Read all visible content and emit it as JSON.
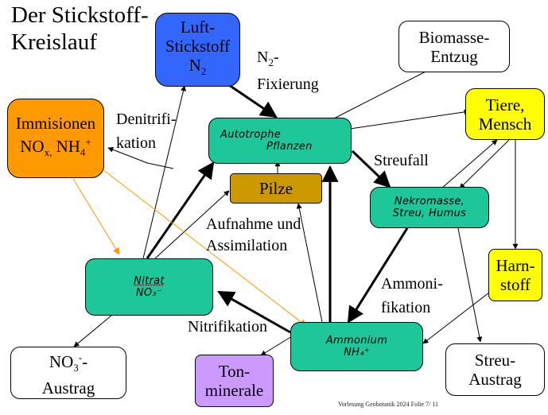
{
  "title": {
    "line1": "Der Stickstoff-",
    "line2": "Kreislauf"
  },
  "nodes": {
    "luft_stickstoff": {
      "line1": "Luft-",
      "line2": "Stickstoff",
      "formula_main": "N",
      "formula_sub": "2",
      "color": "#3366ff"
    },
    "biomasse_entzug": {
      "line1": "Biomasse-",
      "line2": "Entzug"
    },
    "immisionen": {
      "line1": "Immisionen",
      "formula_no": "NO",
      "formula_no_sub": "x,",
      "formula_nh": " NH",
      "formula_nh_sub": "4",
      "formula_nh_sup": "+",
      "color": "#ff9900"
    },
    "autotrophe_pflanzen": {
      "line1": "Autotrophe",
      "line2": "Pflanzen",
      "color": "#1ec79a"
    },
    "tiere_mensch": {
      "line1": "Tiere,",
      "line2": "Mensch",
      "color": "#ffff00"
    },
    "pilze": {
      "label": "Pilze",
      "color": "#cc9900"
    },
    "nekromasse": {
      "line1": "Nekromasse,",
      "line2": "Streu, Humus",
      "color": "#1ec79a"
    },
    "harnstoff": {
      "line1": "Harn-",
      "line2": "stoff",
      "color": "#ffff00"
    },
    "nitrat": {
      "line1": "Nitrat",
      "line2": "NO₃⁻",
      "color": "#1ec79a"
    },
    "ammonium": {
      "line1": "Ammonium",
      "line2": "NH₄⁺",
      "color": "#1ec79a"
    },
    "no3_austrag": {
      "formula_main": "NO",
      "formula_sub": "3",
      "formula_sup": "-",
      "formula_dash": "-",
      "line2": "Austrag"
    },
    "tonminerale": {
      "line1": "Ton-",
      "line2": "minerale",
      "color": "#cc99ff"
    },
    "streu_austrag": {
      "line1": "Streu-",
      "line2": "Austrag"
    }
  },
  "labels": {
    "n2_fixierung_formula": "N",
    "n2_fixierung_sub": "2",
    "n2_fixierung_dash": "-",
    "fixierung": "Fixierung",
    "denitrifikation_1": "Denitrifi-",
    "denitrifikation_2": "kation",
    "streufall": "Streufall",
    "aufnahme_1": "Aufnahme und",
    "aufnahme_2": "Assimilation",
    "ammonifikation_1": "Ammoni-",
    "ammonifikation_2": "fikation",
    "nitrifikation": "Nitrifikation"
  },
  "footer": "Vorlesung Geobotanik 2024 Folie 7/ 11",
  "colors": {
    "immission_arrow": "#ff9900"
  }
}
